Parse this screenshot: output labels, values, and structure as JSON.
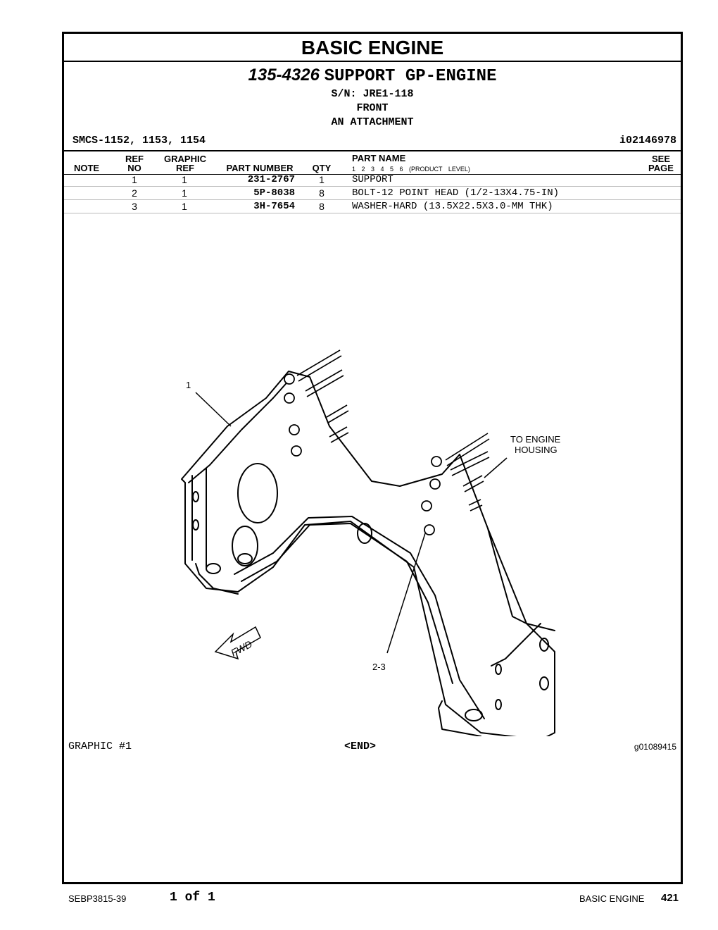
{
  "header": {
    "section_title": "BASIC ENGINE",
    "group_number": "135-4326",
    "group_name": "SUPPORT GP-ENGINE",
    "serial": "S/N: JRE1-118",
    "location": "FRONT",
    "note": "AN ATTACHMENT",
    "smcs": "SMCS-1152, 1153, 1154",
    "illustration_id": "i02146978"
  },
  "table": {
    "headers": {
      "note": "NOTE",
      "ref_top": "REF",
      "ref_bottom": "NO",
      "graphic_top": "GRAPHIC",
      "graphic_bottom": "REF",
      "part_number": "PART NUMBER",
      "qty": "QTY",
      "part_name": "PART NAME",
      "levels": "1 2 3 4 5 6 (PRODUCT LEVEL)",
      "see_top": "SEE",
      "see_bottom": "PAGE"
    },
    "rows": [
      {
        "ref": "1",
        "graphic_ref": "1",
        "part_number": "231-2767",
        "qty": "1",
        "name": "SUPPORT"
      },
      {
        "ref": "2",
        "graphic_ref": "1",
        "part_number": "5P-8038",
        "qty": "8",
        "name": "BOLT-12 POINT HEAD (1/2-13X4.75-IN)"
      },
      {
        "ref": "3",
        "graphic_ref": "1",
        "part_number": "3H-7654",
        "qty": "8",
        "name": "WASHER-HARD (13.5X22.5X3.0-MM THK)"
      }
    ]
  },
  "illustration": {
    "callout_1": "1",
    "callout_2_3": "2-3",
    "to_engine_line1": "TO ENGINE",
    "to_engine_line2": "HOUSING",
    "fwd": "FWD",
    "graphic_label": "GRAPHIC #1",
    "end_label": "<END>",
    "graphic_number": "g01089415"
  },
  "footer": {
    "doc_number": "SEBP3815-39",
    "pages": "1 of 1",
    "section": "BASIC ENGINE",
    "page_number": "421"
  }
}
